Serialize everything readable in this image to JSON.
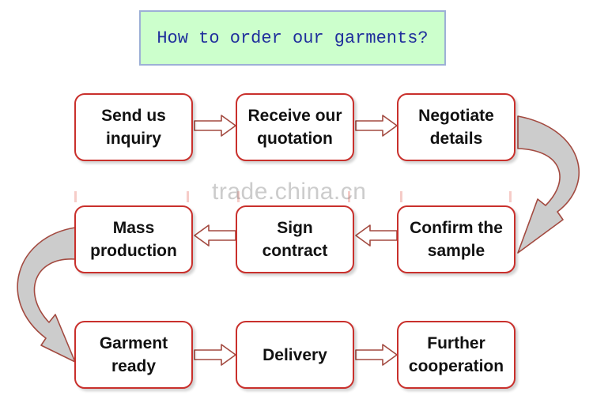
{
  "title": "How to order our garments?",
  "steps": [
    {
      "label": "Send us\ninquiry"
    },
    {
      "label": "Receive our\nquotation"
    },
    {
      "label": "Negotiate\ndetails"
    },
    {
      "label": "Confirm the\nsample"
    },
    {
      "label": "Sign\ncontract"
    },
    {
      "label": "Mass\nproduction"
    },
    {
      "label": "Garment\nready"
    },
    {
      "label": "Delivery"
    },
    {
      "label": "Further\ncooperation"
    }
  ],
  "watermark": "trade.china.cn",
  "colors": {
    "title_background": "#ccffcc",
    "title_border": "#9db0d6",
    "title_text": "#1f2f9c",
    "box_border": "#c9302c",
    "arrow_stroke": "#a34a40",
    "curved_arrow_fill": "#cccccc"
  }
}
